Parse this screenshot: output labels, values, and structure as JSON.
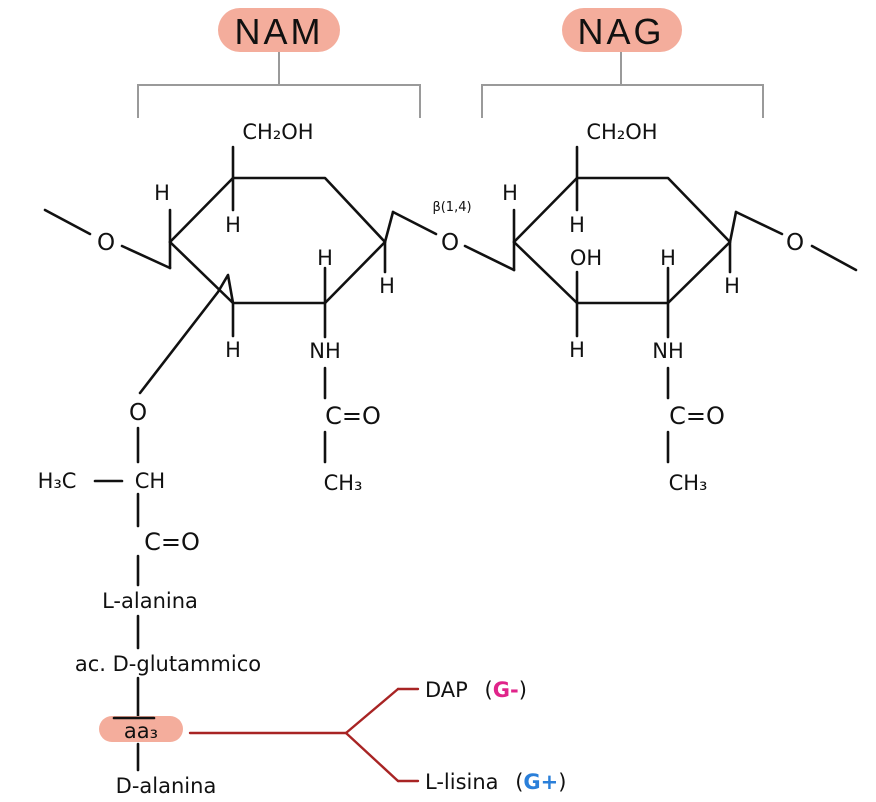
{
  "headers": {
    "nam": "NAM",
    "nag": "NAG"
  },
  "nam": {
    "ch2oh": "CH₂OH",
    "h_c6": "H",
    "h_top": "H",
    "h_c1_side": "H",
    "h_c2_top": "H",
    "h_c3": "H",
    "nh": "NH",
    "co": "C=O",
    "ch3": "CH₃",
    "o_link": "O",
    "o_left": "O"
  },
  "glyco_bond": {
    "label": "β(1,4)",
    "o": "O"
  },
  "nag": {
    "ch2oh": "CH₂OH",
    "h_c4": "H",
    "h_top": "H",
    "oh": "OH",
    "h_c3_bottom": "H",
    "h_c2": "H",
    "h_c1": "H",
    "nh": "NH",
    "co": "C=O",
    "ch3": "CH₃",
    "o_right": "O"
  },
  "lactyl": {
    "h3c": "H₃C",
    "ch": "CH",
    "co": "C=O"
  },
  "peptide": {
    "aa1": "L-alanina",
    "aa2": "ac. D-glutammico",
    "aa3": "aa₃",
    "aa4": "D-alanina"
  },
  "branches": [
    {
      "name": "DAP",
      "tag": "G-",
      "tag_color": "#e0248a"
    },
    {
      "name": "L-lisina",
      "tag": "G+",
      "tag_color": "#2a7fd9"
    }
  ],
  "colors": {
    "highlight": "#f4ad9c",
    "bracket": "#9a9a9a",
    "branch_line": "#a82424",
    "ink": "#111111"
  }
}
